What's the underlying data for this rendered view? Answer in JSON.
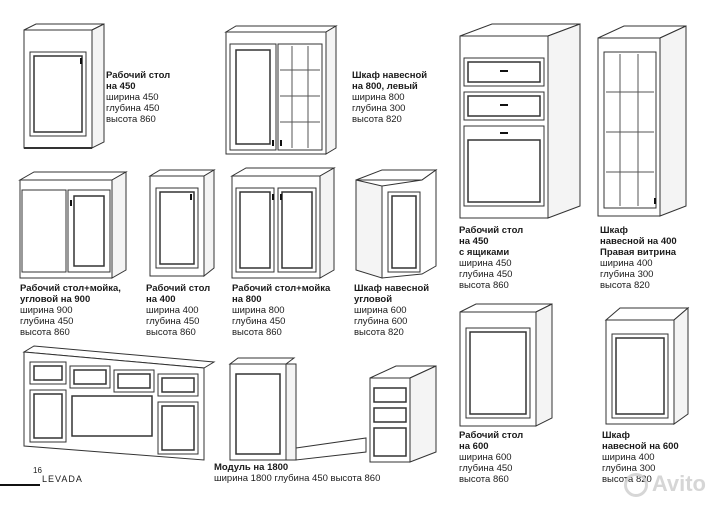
{
  "page": {
    "number": "16",
    "brand": "LEVADA"
  },
  "items": [
    {
      "id": "base450",
      "title_lines": [
        "Рабочий стол",
        "на 450"
      ],
      "dims": [
        "ширина 450",
        "глубина 450",
        "высота  860"
      ]
    },
    {
      "id": "wall800left",
      "title_lines": [
        "Шкаф навесной",
        "на 800, левый"
      ],
      "dims": [
        "ширина 800",
        "глубина 300",
        "высота  820"
      ]
    },
    {
      "id": "corner-sink900",
      "title_lines": [
        "Рабочий стол+мойка,",
        "угловой на 900"
      ],
      "dims": [
        "ширина 900",
        "глубина 450",
        "высота  860"
      ]
    },
    {
      "id": "base400",
      "title_lines": [
        "Рабочий стол",
        "на 400"
      ],
      "dims": [
        "ширина 400",
        "глубина 450",
        "высота  860"
      ]
    },
    {
      "id": "sink800",
      "title_lines": [
        "Рабочий стол+мойка",
        "на 800"
      ],
      "dims": [
        "ширина 800",
        "глубина 450",
        "высота  860"
      ]
    },
    {
      "id": "wallcorner",
      "title_lines": [
        "Шкаф навесной",
        "угловой"
      ],
      "dims": [
        "ширина 600",
        "глубина 600",
        "высота  820"
      ]
    },
    {
      "id": "drawers450",
      "title_lines": [
        "Рабочий стол",
        "на 450",
        "с ящиками"
      ],
      "dims": [
        "ширина 450",
        "глубина 450",
        "высота  860"
      ]
    },
    {
      "id": "wall400vitrine",
      "title_lines": [
        "Шкаф",
        "навесной на 400",
        "Правая витрина"
      ],
      "dims": [
        "ширина 400",
        "глубина 300",
        "высота  820"
      ]
    },
    {
      "id": "base600",
      "title_lines": [
        "Рабочий стол",
        "на 600"
      ],
      "dims": [
        "ширина 600",
        "глубина 450",
        "высота  860"
      ]
    },
    {
      "id": "wall600",
      "title_lines": [
        "Шкаф",
        "навесной на 600"
      ],
      "dims": [
        "ширина 400",
        "глубина 300",
        "высота  820"
      ]
    },
    {
      "id": "module1800",
      "title_lines": [
        "Модуль на 1800"
      ],
      "dims": [
        "ширина 1800 глубина 450 высота 860"
      ]
    }
  ],
  "watermark": "Avito"
}
